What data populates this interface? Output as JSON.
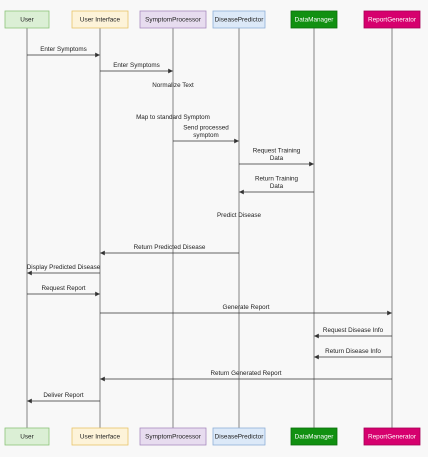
{
  "participants": [
    {
      "id": "user",
      "label": "User",
      "fill": "#dbefd5",
      "stroke": "#8cc379",
      "text": "#222222"
    },
    {
      "id": "ui",
      "label": "User Interface",
      "fill": "#fdf3d9",
      "stroke": "#e8c468",
      "text": "#222222"
    },
    {
      "id": "sp",
      "label": "SymptomProcessor",
      "fill": "#e7dcef",
      "stroke": "#a88bbf",
      "text": "#222222"
    },
    {
      "id": "dp",
      "label": "DiseasePredictor",
      "fill": "#dce9f8",
      "stroke": "#8fb0d8",
      "text": "#222222"
    },
    {
      "id": "dm",
      "label": "DataManager",
      "fill": "#119011",
      "stroke": "#0b6e0b",
      "text": "#ffffff"
    },
    {
      "id": "rg",
      "label": "ReportGenerator",
      "fill": "#d6006e",
      "stroke": "#a60056",
      "text": "#ffffff"
    }
  ],
  "messages": [
    {
      "from": "user",
      "to": "ui",
      "lines": [
        "Enter Symptoms"
      ]
    },
    {
      "from": "ui",
      "to": "sp",
      "lines": [
        "Enter Symptoms"
      ]
    },
    {
      "self": "sp",
      "lines": [
        "Normalize Text"
      ]
    },
    {
      "self": "sp",
      "lines": [
        "Map to standard Symptom"
      ]
    },
    {
      "from": "sp",
      "to": "dp",
      "lines": [
        "Send processed",
        "symptom"
      ]
    },
    {
      "from": "dp",
      "to": "dm",
      "lines": [
        "Request Training",
        "Data"
      ]
    },
    {
      "from": "dm",
      "to": "dp",
      "lines": [
        "Return Training",
        "Data"
      ]
    },
    {
      "self": "dp",
      "lines": [
        "Predict Disease"
      ]
    },
    {
      "from": "dp",
      "to": "ui",
      "lines": [
        "Return Predicted Disease"
      ]
    },
    {
      "from": "ui",
      "to": "user",
      "lines": [
        "Display Predicted Disease"
      ]
    },
    {
      "from": "user",
      "to": "ui",
      "lines": [
        "Request Report"
      ]
    },
    {
      "from": "ui",
      "to": "rg",
      "lines": [
        "Generate Report"
      ]
    },
    {
      "from": "rg",
      "to": "dm",
      "lines": [
        "Request Disease Info"
      ]
    },
    {
      "from": "rg",
      "to": "dm",
      "lines": [
        "Return Disease Info"
      ]
    },
    {
      "from": "rg",
      "to": "ui",
      "lines": [
        "Return  Generated Report"
      ]
    },
    {
      "from": "ui",
      "to": "user",
      "lines": [
        "Deliver Report"
      ]
    }
  ]
}
